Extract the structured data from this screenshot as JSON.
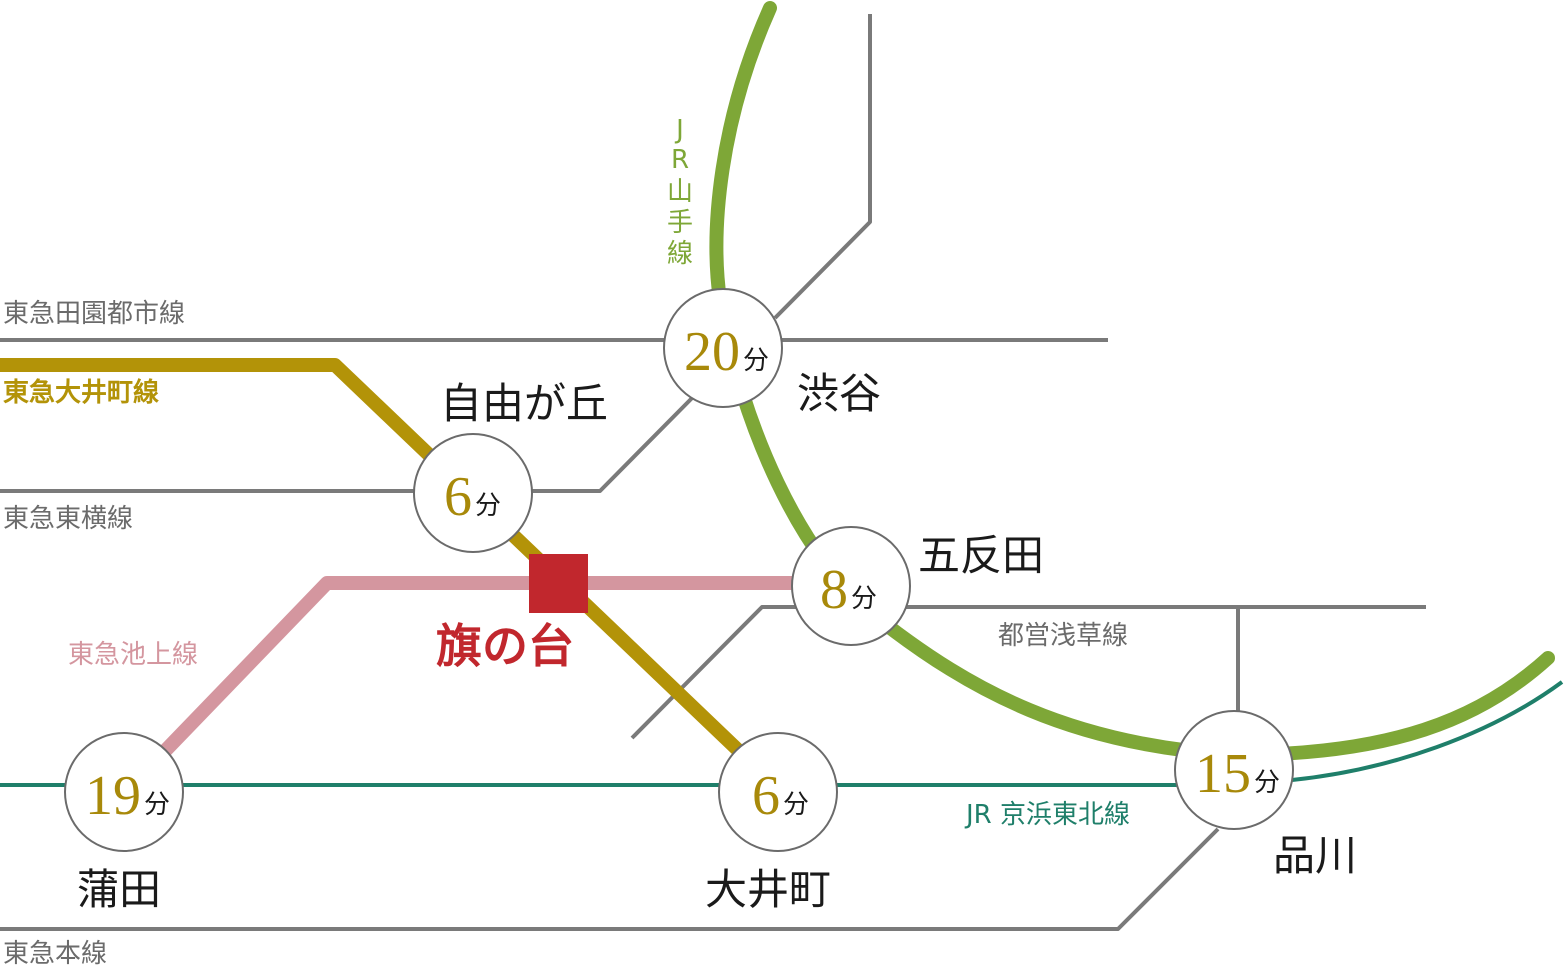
{
  "colors": {
    "gray_line": "#7a7a7a",
    "gold": "#b39308",
    "gold_text": "#a8890a",
    "green": "#7ea737",
    "teal": "#1f7f6a",
    "pink": "#d4969f",
    "red": "#c1272d"
  },
  "lines": {
    "den_en_toshi": "東急田園都市線",
    "oimachi": "東急大井町線",
    "toyoko": "東急東横線",
    "ikegami": "東急池上線",
    "asakusa": "都営浅草線",
    "keihin_tohoku": "JR 京浜東北線",
    "honsen": "東急本線",
    "yamanote": [
      "J",
      "R",
      "山",
      "手",
      "線"
    ]
  },
  "home": {
    "name": "旗の台"
  },
  "stations": {
    "shibuya": {
      "name": "渋谷",
      "minutes": "20",
      "unit": "分"
    },
    "jiyugaoka": {
      "name": "自由が丘",
      "minutes": "6",
      "unit": "分"
    },
    "gotanda": {
      "name": "五反田",
      "minutes": "8",
      "unit": "分"
    },
    "kamata": {
      "name": "蒲田",
      "minutes": "19",
      "unit": "分"
    },
    "oimachi": {
      "name": "大井町",
      "minutes": "6",
      "unit": "分"
    },
    "shinagawa": {
      "name": "品川",
      "minutes": "15",
      "unit": "分"
    }
  }
}
